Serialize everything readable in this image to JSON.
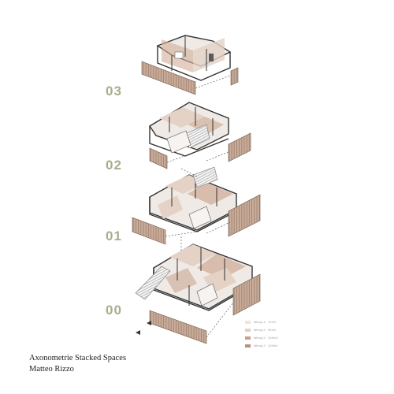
{
  "levels": [
    "03",
    "02",
    "01",
    "00"
  ],
  "caption": {
    "title": "Axonometrie Stacked Spaces",
    "author": "Matteo Rizzo"
  },
  "legend": [
    {
      "label": "Wonig 1 : 70m2",
      "color": "#ece6e1"
    },
    {
      "label": "Wonig 2 : 90m2",
      "color": "#e2cfc2"
    },
    {
      "label": "Wonig 2 : 100m2",
      "color": "#c79f8a"
    },
    {
      "label": "Wonig 2 : 100m2",
      "color": "#b88f7b"
    }
  ],
  "colors": {
    "level_label": "#a9ad8f",
    "wall": "#3b3b3b",
    "floor_light": "#efeae5",
    "floor_pink": "#e4d2c6",
    "floor_tan": "#d2ae98",
    "facade": "#c4a694"
  }
}
